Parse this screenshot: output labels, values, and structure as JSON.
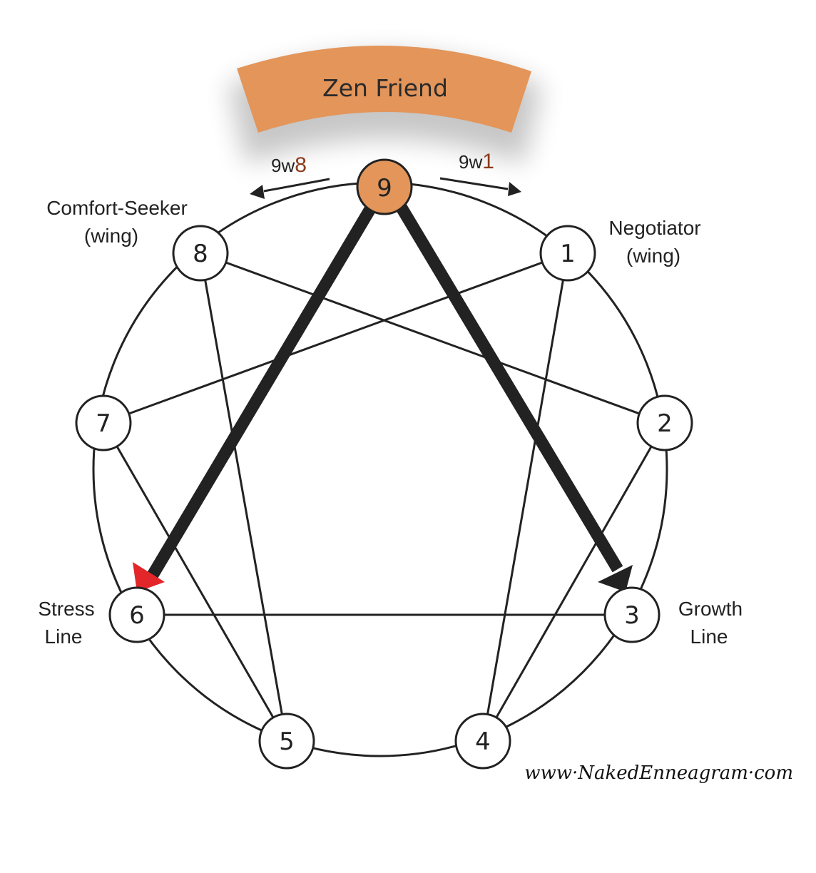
{
  "title": "Zen Friend",
  "wings": {
    "left": {
      "prefix": "9w",
      "number": "8"
    },
    "right": {
      "prefix": "9w",
      "number": "1"
    }
  },
  "labels": {
    "left_wing": {
      "line1": "Comfort-Seeker",
      "line2": "(wing)"
    },
    "right_wing": {
      "line1": "Negotiator",
      "line2": "(wing)"
    },
    "stress": {
      "line1": "Stress",
      "line2": "Line"
    },
    "growth": {
      "line1": "Growth",
      "line2": "Line"
    }
  },
  "nodes": {
    "n1": "1",
    "n2": "2",
    "n3": "3",
    "n4": "4",
    "n5": "5",
    "n6": "6",
    "n7": "7",
    "n8": "8",
    "n9": "9"
  },
  "footer": "www·NakedEnneagram·com",
  "colors": {
    "banner": "#e3955a",
    "highlight_node": "#e3955a",
    "wing_number": "#8b3a1a",
    "stress_arrow": "#e3262a",
    "line": "#222222"
  }
}
